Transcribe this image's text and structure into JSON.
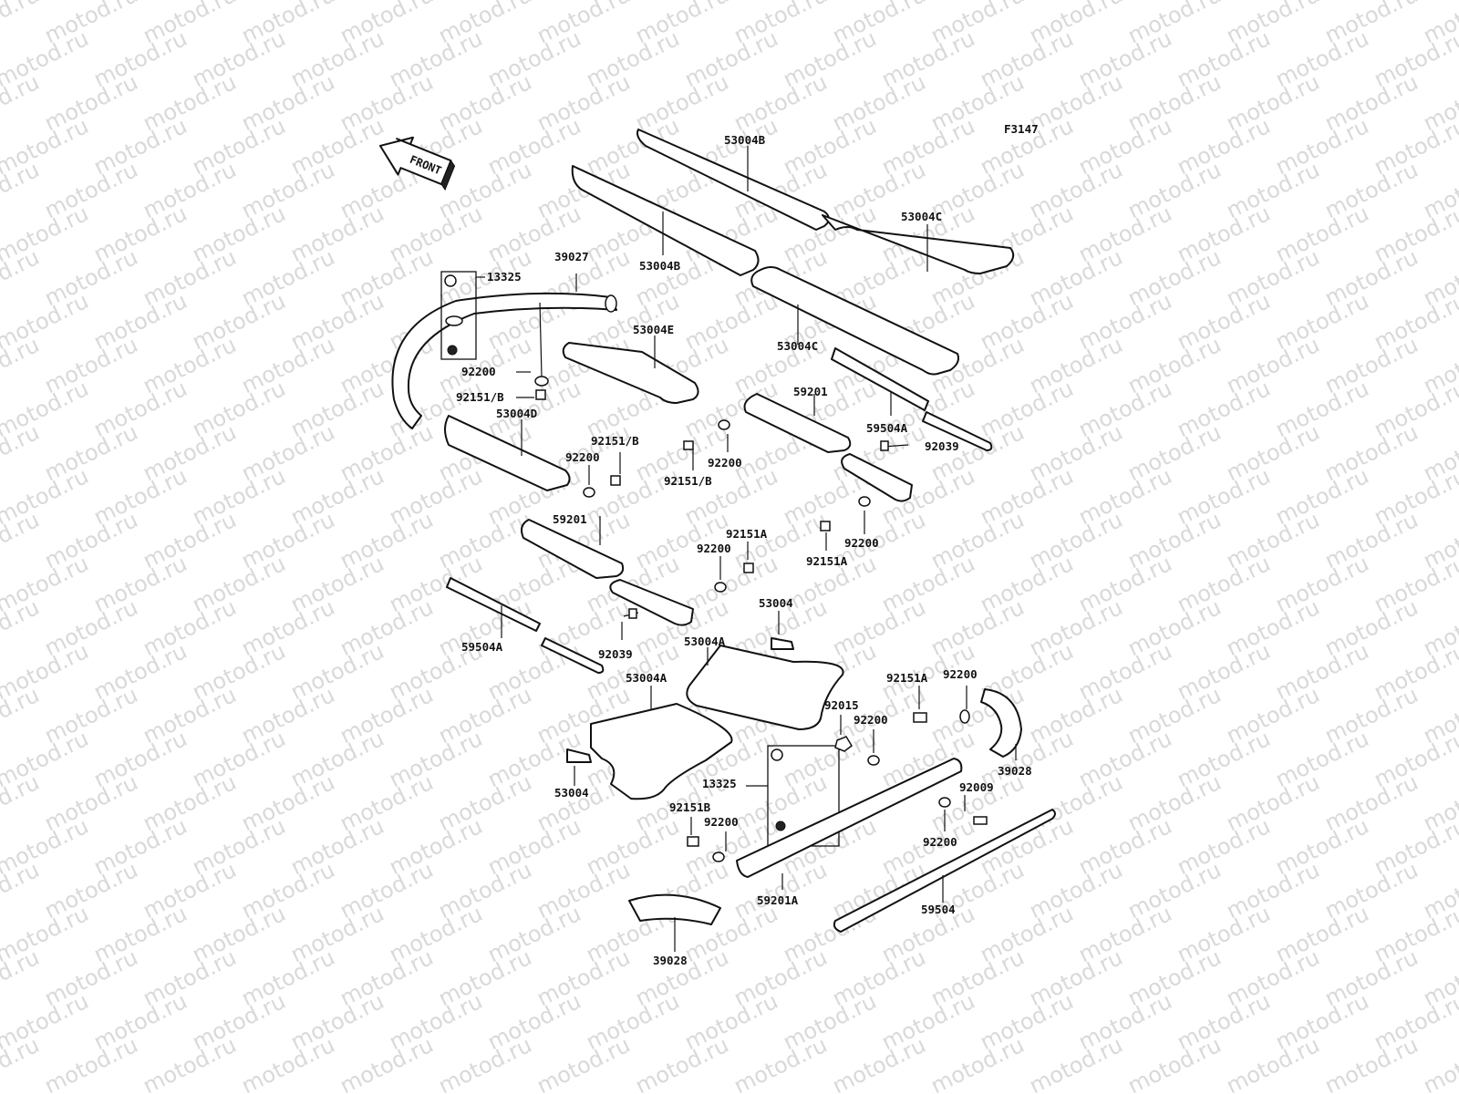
{
  "figure_code": "F3147",
  "front_label": "FRONT",
  "watermark_text": "motod.ru",
  "parts": {
    "p53004B": "53004B",
    "p53004C": "53004C",
    "p53004E": "53004E",
    "p53004D": "53004D",
    "p53004A": "53004A",
    "p53004": "53004",
    "p39027": "39027",
    "p39028": "39028",
    "p13325": "13325",
    "p92200": "92200",
    "p92151B_slash": "92151/B",
    "p92151A": "92151A",
    "p92151B": "92151B",
    "p59201": "59201",
    "p59201A": "59201A",
    "p59504A": "59504A",
    "p59504": "59504",
    "p92039": "92039",
    "p92015": "92015",
    "p92009": "92009"
  },
  "colors": {
    "line": "#111111",
    "watermark": "#d9d9d9",
    "background": "#ffffff"
  }
}
